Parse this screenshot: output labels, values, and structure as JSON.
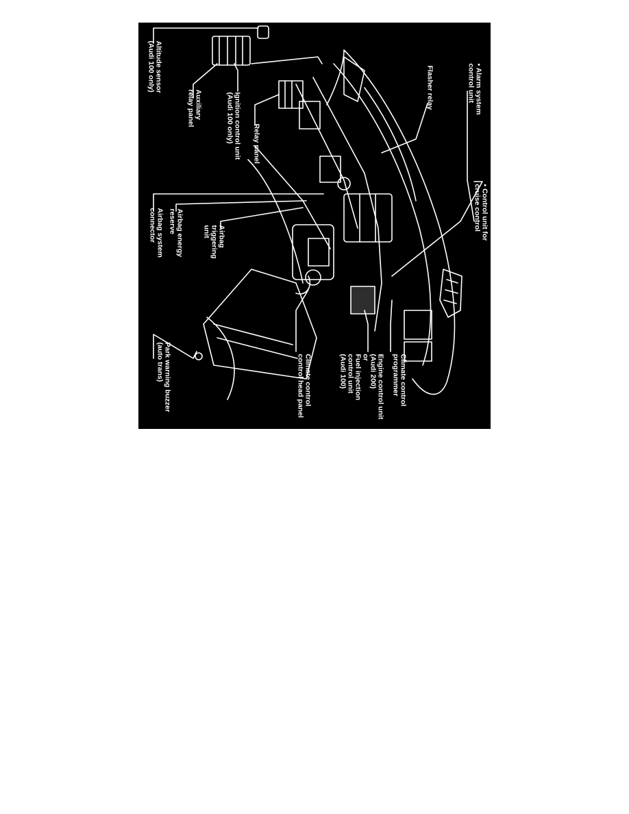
{
  "diagram": {
    "background_color": "#000000",
    "line_color": "#ffffff",
    "labels": {
      "alarm_system": [
        "• Alarm system",
        "control unit"
      ],
      "flasher_relay": [
        "Flasher relay"
      ],
      "cruise_control": [
        "• Control unit for",
        "cruise control"
      ],
      "climate_programmer": [
        "Climate control",
        "programmer"
      ],
      "engine_control": [
        "Engine control unit",
        "(Audi 200)",
        "or",
        "Fuel injection",
        "control unit",
        "(Audi 100)"
      ],
      "climate_head": [
        "Climate control",
        "control head panel"
      ],
      "park_buzzer": [
        "Park warning buzzer",
        "(auto trans)"
      ],
      "airbag_connector": [
        "Airbag system",
        "connector"
      ],
      "airbag_energy": [
        "Airbag energy",
        "reserve"
      ],
      "airbag_trigger": [
        "Airbag",
        "triggering",
        "unit"
      ],
      "relay_panel": [
        "Relay panel"
      ],
      "ignition_control": [
        "Ignition control unit",
        "(Audi 100 only)"
      ],
      "auxiliary_relay": [
        "Auxiliary",
        "relay panel"
      ],
      "altitude_sensor": [
        "Altitude sensor",
        "(Audi 100 only)"
      ]
    }
  }
}
